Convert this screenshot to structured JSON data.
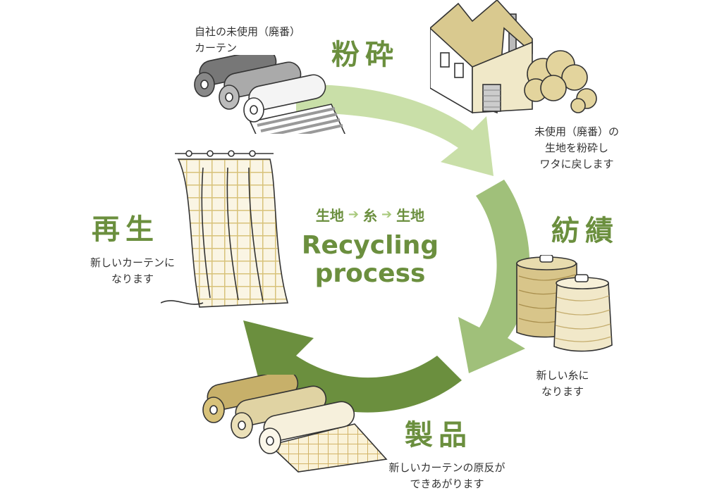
{
  "center": {
    "flow": [
      "生地",
      "糸",
      "生地"
    ],
    "arrow": "➔",
    "title_line1": "Recycling",
    "title_line2": "process"
  },
  "steps": {
    "source": {
      "desc_line1": "自社の未使用（廃番）",
      "desc_line2": "カーテン"
    },
    "crush": {
      "title": "粉砕",
      "desc_line1": "未使用（廃番）の",
      "desc_line2": "生地を粉砕し",
      "desc_line3": "ワタに戻します"
    },
    "spin": {
      "title": "紡績",
      "desc_line1": "新しい糸に",
      "desc_line2": "なります"
    },
    "product": {
      "title": "製品",
      "desc_line1": "新しいカーテンの原反が",
      "desc_line2": "できあがります"
    },
    "regen": {
      "title": "再生",
      "desc_line1": "新しいカーテンに",
      "desc_line2": "なります"
    }
  },
  "colors": {
    "accent_green": "#6b8f3e",
    "arrow_light": "#c9dfa8",
    "arrow_mid": "#a0c07a",
    "arrow_dark": "#6b8f3e",
    "fabric_beige": "#e8dcae",
    "outline": "#333333"
  }
}
